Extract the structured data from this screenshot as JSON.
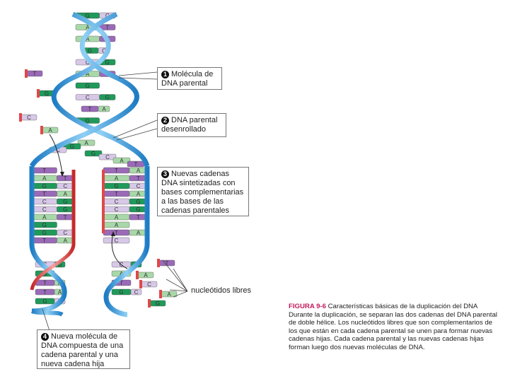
{
  "callouts": [
    {
      "number": "1",
      "text": "Molécula de DNA parental"
    },
    {
      "number": "2",
      "text": "DNA parental desenrollado"
    },
    {
      "number": "3",
      "text": "Nuevas cadenas DNA sintetizadas con bases complementarias a las bases de las cadenas parentales"
    },
    {
      "number": "4",
      "text": "Nueva molécula de DNA compuesta de una cadena parental y una nueva cadena hija"
    }
  ],
  "free_nucleotides_label": "nucleótidos libres",
  "caption": {
    "figure": "FIGURA 9-6",
    "title": "Características básicas de la duplicación del DNA",
    "body": "Durante la duplicación, se separan las dos cadenas del DNA parental de doble hélice. Los nucleótidos libres que son complementarios de los que están en cada cadena parental se unen para formar nuevas cadenas hijas. Cada cadena parental y las nuevas cadenas hijas forman luego dos nuevas moléculas de DNA."
  },
  "helix_pairs": [
    [
      "G",
      "C"
    ],
    [
      "A",
      "T"
    ],
    [
      "A",
      "T"
    ],
    [
      "G",
      "C"
    ],
    [
      "C",
      "G"
    ],
    [
      "A",
      "T"
    ],
    [
      "G",
      ""
    ],
    [
      "C",
      "G"
    ],
    [
      "T",
      "A"
    ],
    [
      "G",
      ""
    ]
  ],
  "fork_bases": [
    "A",
    "G",
    "C",
    "G",
    "C",
    "A",
    "T"
  ],
  "left_daughter_pairs": [
    [
      "T",
      ""
    ],
    [
      "A",
      "T"
    ],
    [
      "G",
      "C"
    ],
    [
      "T",
      "A"
    ],
    [
      "C",
      "G"
    ],
    [
      "C",
      "G"
    ],
    [
      "A",
      "T"
    ],
    [
      "G",
      ""
    ],
    [
      "G",
      "C"
    ],
    [
      "T",
      "A"
    ]
  ],
  "right_daughter_pairs": [
    [
      "T",
      "A"
    ],
    [
      "A",
      "T"
    ],
    [
      "G",
      "C"
    ],
    [
      "T",
      "A"
    ],
    [
      "C",
      "G"
    ],
    [
      "C",
      "G"
    ],
    [
      "A",
      "T"
    ],
    [
      "A",
      ""
    ],
    [
      "T",
      "A"
    ],
    [
      "C",
      ""
    ]
  ],
  "left_bottom_pairs": [
    [
      "C",
      "G"
    ],
    [
      "G",
      ""
    ],
    [
      "T",
      "A"
    ],
    [
      "T",
      "A"
    ],
    [
      "G",
      "C"
    ]
  ],
  "right_bottom_pairs": [
    [
      "C",
      "G"
    ],
    [
      "A",
      ""
    ],
    [
      "T",
      ""
    ],
    [
      "G",
      "C"
    ]
  ],
  "free_nucleotides": [
    "T",
    "G",
    "C",
    "A",
    "T",
    "A",
    "C",
    "G",
    "A"
  ],
  "colors": {
    "strand": "#3a9ad9",
    "strand_light": "#a8d8f4",
    "new_strand": "#e04848",
    "A": "#a8d8a8",
    "G": "#1f9a5a",
    "C": "#d8c8e8",
    "T": "#9a6ab8",
    "caption_accent": "#c2185b"
  }
}
